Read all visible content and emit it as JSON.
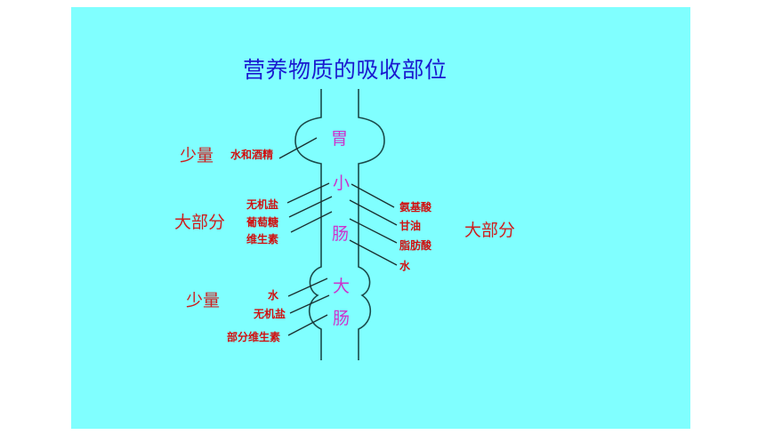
{
  "title": "营养物质的吸收部位",
  "colors": {
    "background": "#80ffff",
    "title": "#1a1ad0",
    "organ_labels": "#cc33cc",
    "nutrient_labels": "#d01010",
    "outline": "#1a4a4a"
  },
  "organs": {
    "stomach": "胃",
    "small_intestine_1": "小",
    "small_intestine_2": "肠",
    "large_intestine_1": "大",
    "large_intestine_2": "肠"
  },
  "stomach": {
    "amount": "少量",
    "nutrients": [
      "水和酒精"
    ]
  },
  "small_intestine": {
    "left_amount": "大部分",
    "left_nutrients": [
      "无机盐",
      "葡萄糖",
      "维生素"
    ],
    "right_amount": "大部分",
    "right_nutrients": [
      "氨基酸",
      "甘油",
      "脂肪酸",
      "水"
    ]
  },
  "large_intestine": {
    "amount": "少量",
    "nutrients": [
      "水",
      "无机盐",
      "部分维生素"
    ]
  }
}
